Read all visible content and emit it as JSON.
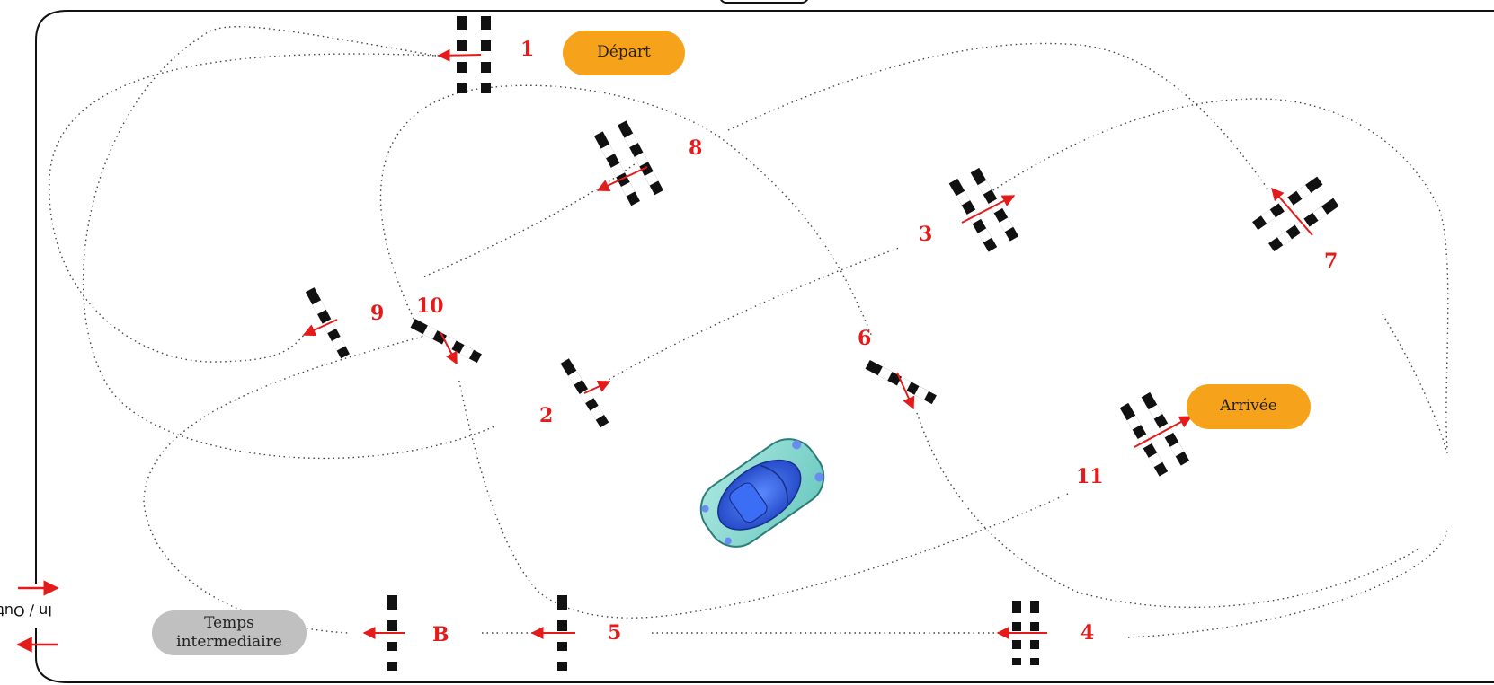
{
  "labels": {
    "depart": "Départ",
    "arrivee": "Arrivée",
    "temps_line1": "Temps",
    "temps_line2": "intermediaire",
    "in_out": "In / Out"
  },
  "checkpoints": [
    "1",
    "2",
    "3",
    "4",
    "5",
    "6",
    "7",
    "8",
    "9",
    "10",
    "11",
    "B"
  ],
  "colors": {
    "accent_orange": "#f7a21b",
    "temps_gray": "#c0c0c0",
    "number_red": "#e41b1b",
    "arrow_red": "#e41b1b",
    "gate_black": "#111111",
    "car_blue": "#2f64e0"
  },
  "icons": {
    "gate": "checkered-gate-icon",
    "car": "car-icon",
    "arrow": "arrow-icon"
  }
}
